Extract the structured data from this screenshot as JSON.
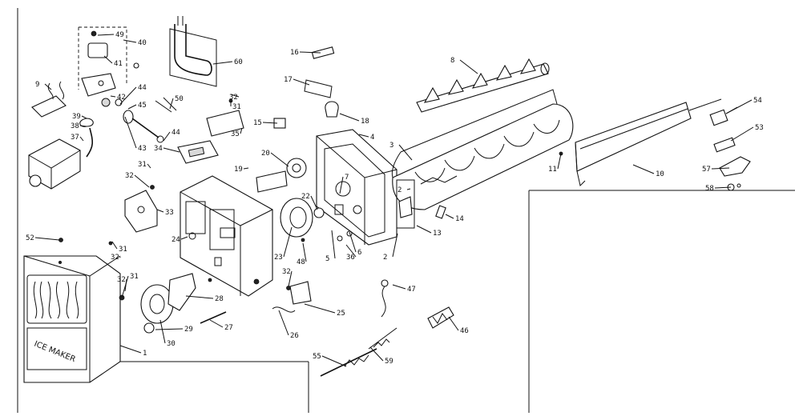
{
  "diagram": {
    "part_numbers": [
      "1",
      "2",
      "2",
      "3",
      "4",
      "5",
      "6",
      "7",
      "8",
      "9",
      "10",
      "11",
      "13",
      "14",
      "15",
      "16",
      "17",
      "18",
      "19",
      "20",
      "22",
      "23",
      "24",
      "25",
      "26",
      "27",
      "28",
      "29",
      "30",
      "31",
      "31",
      "31",
      "31",
      "32",
      "32",
      "32",
      "32",
      "32",
      "33",
      "34",
      "35",
      "36",
      "37",
      "38",
      "39",
      "40",
      "41",
      "42",
      "43",
      "44",
      "44",
      "45",
      "46",
      "47",
      "48",
      "49",
      "50",
      "52",
      "53",
      "54",
      "55",
      "57",
      "58",
      "59",
      "60"
    ],
    "panel_text": "ICE MAKER"
  }
}
